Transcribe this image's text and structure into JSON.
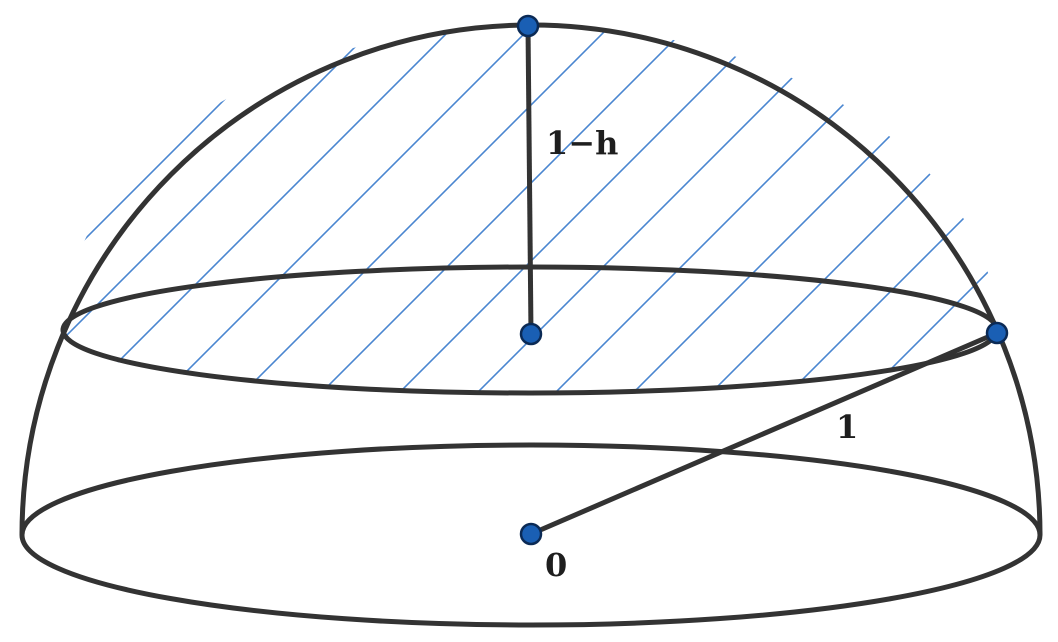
{
  "labels": {
    "height_segment": "1−h",
    "radius": "1",
    "origin": "0"
  },
  "colors": {
    "outline": "#333333",
    "hatch": "#4a86d0",
    "point_fill": "#1a5fb4",
    "point_stroke": "#0b2a55",
    "text": "#1e1e1e"
  },
  "points": [
    {
      "name": "top-point"
    },
    {
      "name": "cap-center-point"
    },
    {
      "name": "rim-point"
    },
    {
      "name": "origin-point"
    }
  ]
}
